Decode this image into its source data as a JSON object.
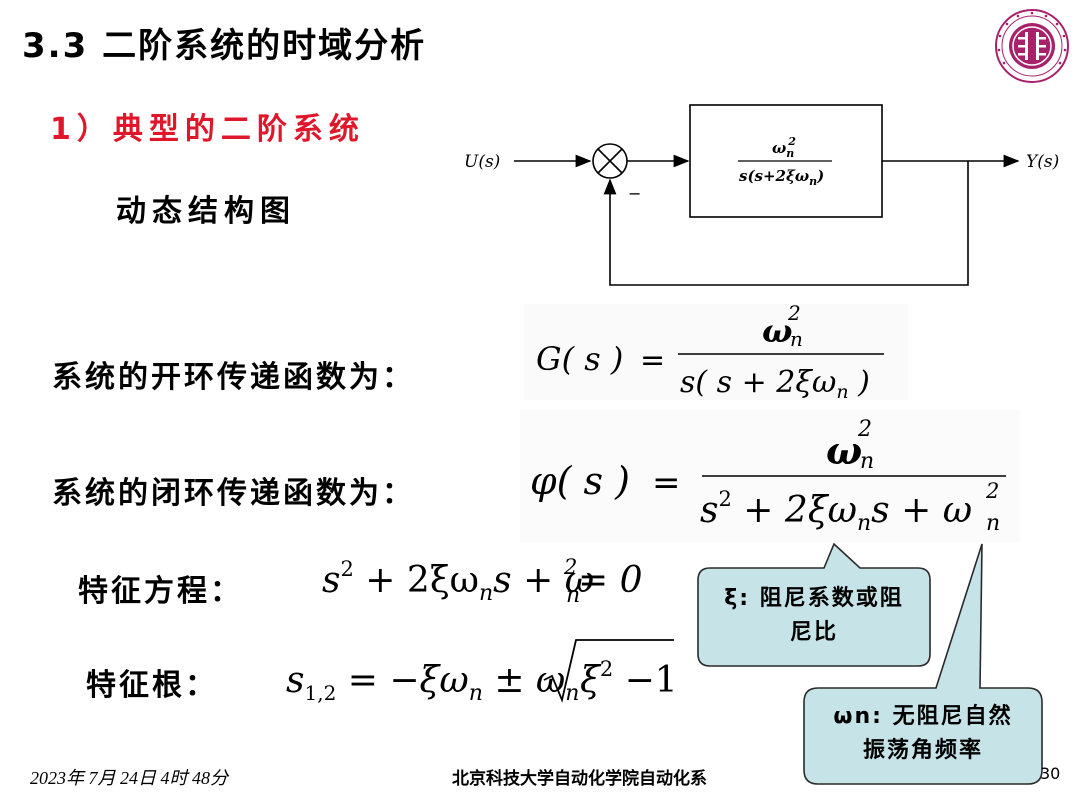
{
  "slide": {
    "title": "3.3 二阶系统的时域分析",
    "subtitle": "1）典型的二阶系统",
    "structure_label": "动态结构图"
  },
  "diagram": {
    "input": "U(s)",
    "output": "Y(s)",
    "sign": "−",
    "block_num": "ω",
    "block_num_sub": "n",
    "block_num_sup": "2",
    "block_den": "s(s+2ξω",
    "block_den_sub": "n",
    "block_den_end": ")"
  },
  "formulas": {
    "open_label": "系统的开环传递函数为：",
    "open_lhs": "G( s )",
    "open_eq": "=",
    "open_num": "ω",
    "open_num_sup": "2",
    "open_num_sub": "n",
    "open_den": "s( s  + 2ξω",
    "open_den_sub": "n",
    "open_den_end": " )",
    "closed_label": "系统的闭环传递函数为：",
    "closed_lhs": "φ( s )",
    "closed_eq": "=",
    "closed_num": "ω",
    "closed_num_sup": "2",
    "closed_num_sub": "n",
    "closed_den_s": "s",
    "closed_den_s_sup": "2",
    "closed_den_mid": "  + 2ξω",
    "closed_den_mid_sub": "n",
    "closed_den_s2": "s  + ω",
    "closed_den_end_sup": "2",
    "closed_den_end_sub": "n",
    "char_eq_label": "特征方程：",
    "char_eq": "s",
    "char_eq_sup": "2",
    "char_eq_mid": " + 2ξω",
    "char_eq_mid_sub": "n",
    "char_eq_tail": "s + ω",
    "char_eq_tail_sup": "2",
    "char_eq_tail_sub": "n",
    "char_eq_end": " = 0",
    "char_root_label": "特征根：",
    "root_s": "s",
    "root_sub": "1,2",
    "root_mid": " = −ξω",
    "root_mid_sub": "n",
    "root_pm": " ± ω",
    "root_pm_sub": "n",
    "root_rad": "ξ",
    "root_rad_sup": "2",
    "root_rad_end": " −1"
  },
  "callouts": {
    "xi_line1": "ξ: 阻尼系数或阻",
    "xi_line2": "尼比",
    "wn_line1": "ωn: 无阻尼自然",
    "wn_line2": "振荡角频率"
  },
  "footer": {
    "date": "2023年 7月 24日 4时 48分",
    "school": "北京科技大学自动化学院自动化系",
    "page": "30"
  },
  "colors": {
    "subtitle": "#e0172b",
    "logo": "#a8226b",
    "callout_fill": "#c6e3e8",
    "callout_stroke": "#2a2a2a"
  }
}
